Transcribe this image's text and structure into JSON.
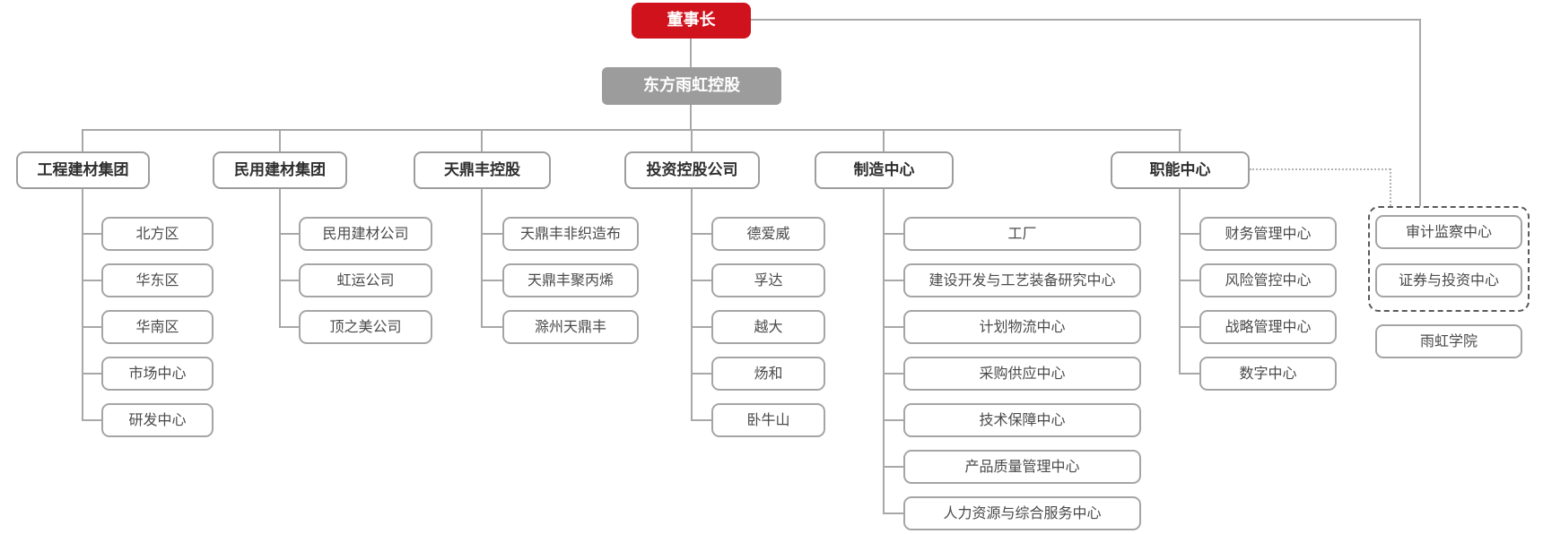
{
  "colors": {
    "chairman_red": "#d0121c",
    "holding_gray": "#9c9c9c",
    "box_border_gray": "#a0a0a0",
    "connector_gray": "#a8a8a8",
    "dashed_border_dark": "#5a5a5a"
  },
  "org": {
    "root": {
      "label": "董事长"
    },
    "holding": {
      "label": "东方雨虹控股"
    },
    "groups": [
      {
        "label": "工程建材集团",
        "children": [
          "北方区",
          "华东区",
          "华南区",
          "市场中心",
          "研发中心"
        ]
      },
      {
        "label": "民用建材集团",
        "children": [
          "民用建材公司",
          "虹运公司",
          "顶之美公司"
        ]
      },
      {
        "label": "天鼎丰控股",
        "children": [
          "天鼎丰非织造布",
          "天鼎丰聚丙烯",
          "滁州天鼎丰"
        ]
      },
      {
        "label": "投资控股公司",
        "children": [
          "德爱威",
          "孚达",
          "越大",
          "炀和",
          "卧牛山"
        ]
      },
      {
        "label": "制造中心",
        "children": [
          "工厂",
          "建设开发与工艺装备研究中心",
          "计划物流中心",
          "采购供应中心",
          "技术保障中心",
          "产品质量管理中心",
          "人力资源与综合服务中心"
        ]
      },
      {
        "label": "职能中心",
        "children": [
          "财务管理中心",
          "风险管控中心",
          "战略管理中心",
          "数字中心"
        ]
      }
    ],
    "board_direct": {
      "dashed_container_items": [
        "审计监察中心",
        "证券与投资中心"
      ],
      "below_item": "雨虹学院"
    }
  }
}
